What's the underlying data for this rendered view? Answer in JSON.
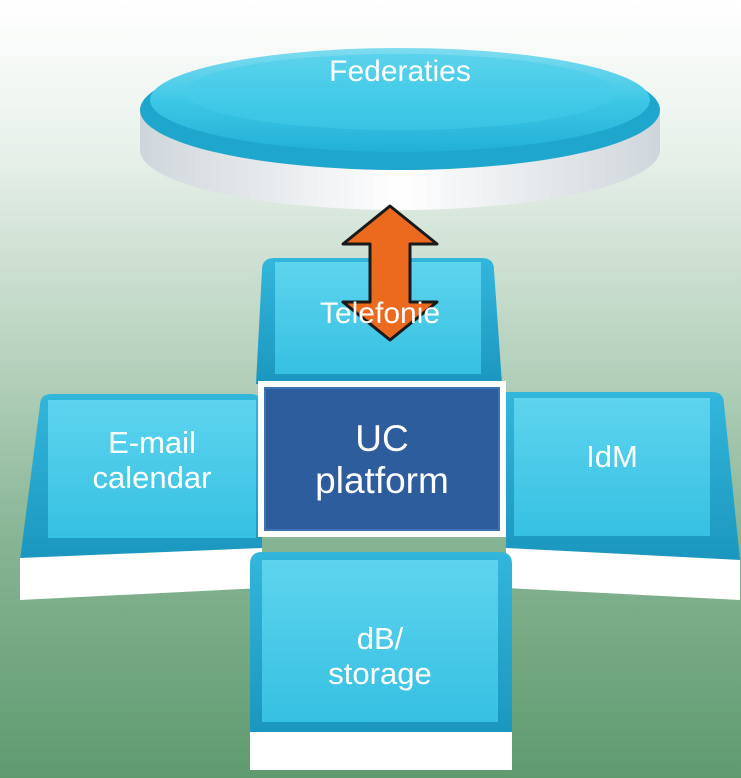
{
  "colors": {
    "tile_top": "#3ec8e6",
    "tile_side": "#1f9fc4",
    "tile_base": "#ffffff",
    "center": "#2e5d9e",
    "arrow": "#ec6a1e"
  },
  "nodes": {
    "federaties": "Federaties",
    "telefonie": "Telefonie",
    "email_line1": "E-mail",
    "email_line2": "calendar",
    "uc_line1": "UC",
    "uc_line2": "platform",
    "idm": "IdM",
    "db_line1": "dB/",
    "db_line2": "storage"
  },
  "connectors": [
    {
      "from": "federaties",
      "to": "telefonie",
      "type": "double-arrow",
      "icon": "up-down-arrow-icon"
    }
  ]
}
